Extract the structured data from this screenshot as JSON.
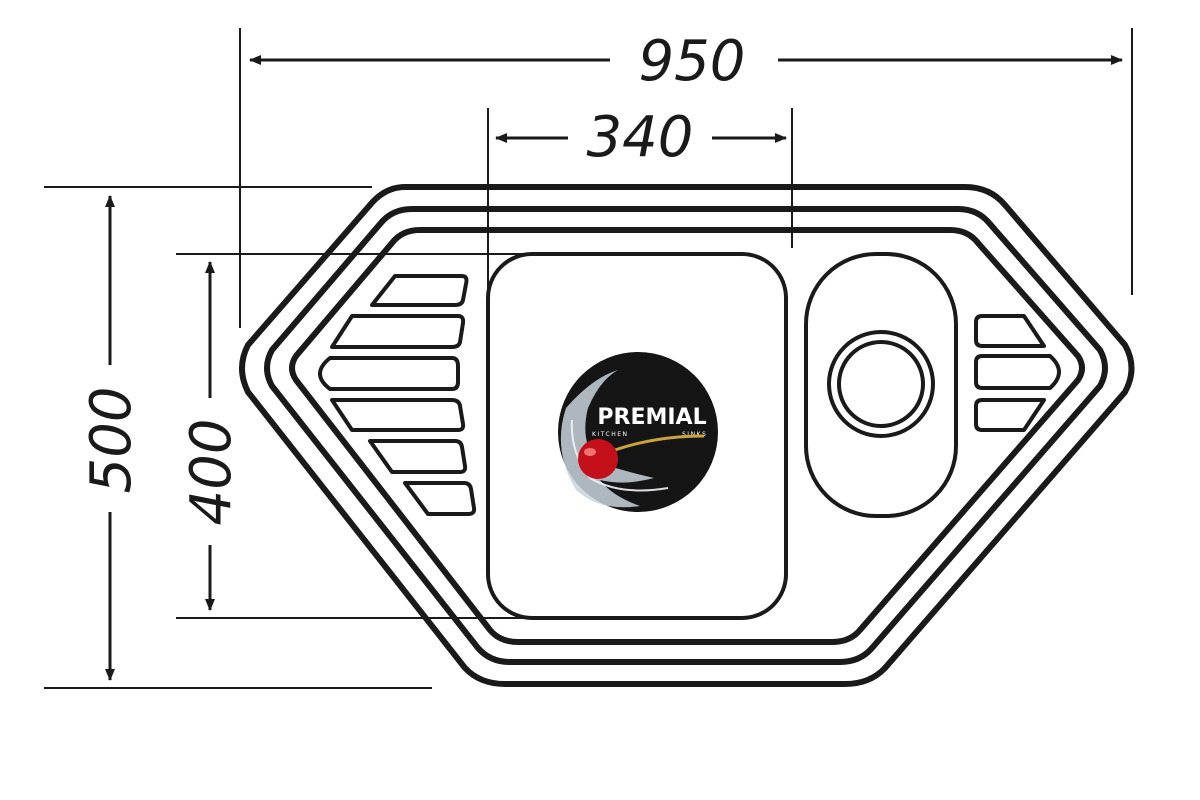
{
  "dimensions": {
    "overall_width": "950",
    "bowl_width": "340",
    "overall_depth": "500",
    "bowl_depth": "400"
  },
  "logo": {
    "brand": "PREMIAL",
    "tagline_left": "KITCHEN",
    "tagline_right": "SINKS"
  },
  "colors": {
    "line": "#1a1a1a",
    "logo_background": "#151515",
    "cherry": "#c4101a",
    "stem": "#c8a43a"
  }
}
